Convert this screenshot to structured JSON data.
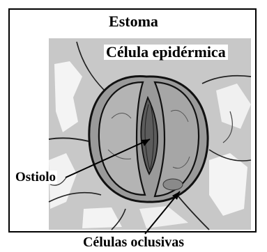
{
  "diagram": {
    "title": "Estoma",
    "labels": {
      "epidermal_cell": "Célula epidérmica",
      "ostiole": "Ostiolo",
      "guard_cells": "Células oclusivas"
    }
  }
}
